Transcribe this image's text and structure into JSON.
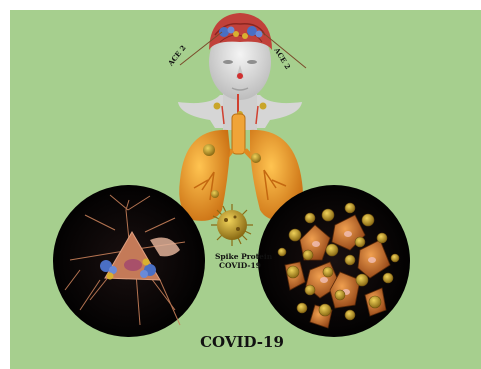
{
  "labels": {
    "receptor_left": "ACE 2",
    "receptor_right": "ACE 2",
    "spike_line1": "Spike Protein",
    "spike_line2": "COVID-19",
    "title": "COVID-19"
  },
  "colors": {
    "panel_background": "#a6cf8e",
    "lung": "#e8981a",
    "virus": "#c9a52a",
    "brain": "#c1413a"
  }
}
